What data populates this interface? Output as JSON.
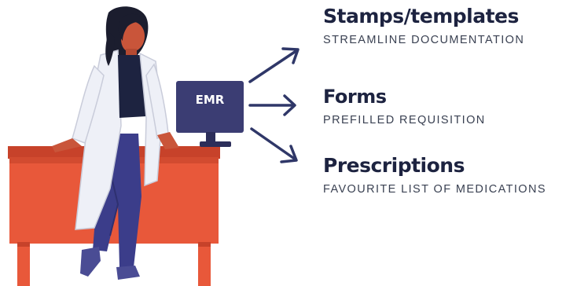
{
  "monitor": {
    "label": "EMR",
    "screen_color": "#3b3d73"
  },
  "items": [
    {
      "title": "Stamps/templates",
      "subtitle": "STREAMLINE DOCUMENTATION"
    },
    {
      "title": "Forms",
      "subtitle": "PREFILLED REQUISITION"
    },
    {
      "title": "Prescriptions",
      "subtitle": "FAVOURITE LIST OF MEDICATIONS"
    }
  ],
  "colors": {
    "desk": "#e8583a",
    "desk_dark": "#c7422a",
    "coat": "#eef0f7",
    "top": "#1d2340",
    "pants": "#3b3d8a",
    "skin": "#c9553a",
    "hair": "#1b1d2e",
    "arrow": "#2f3768",
    "title": "#1d2340"
  }
}
